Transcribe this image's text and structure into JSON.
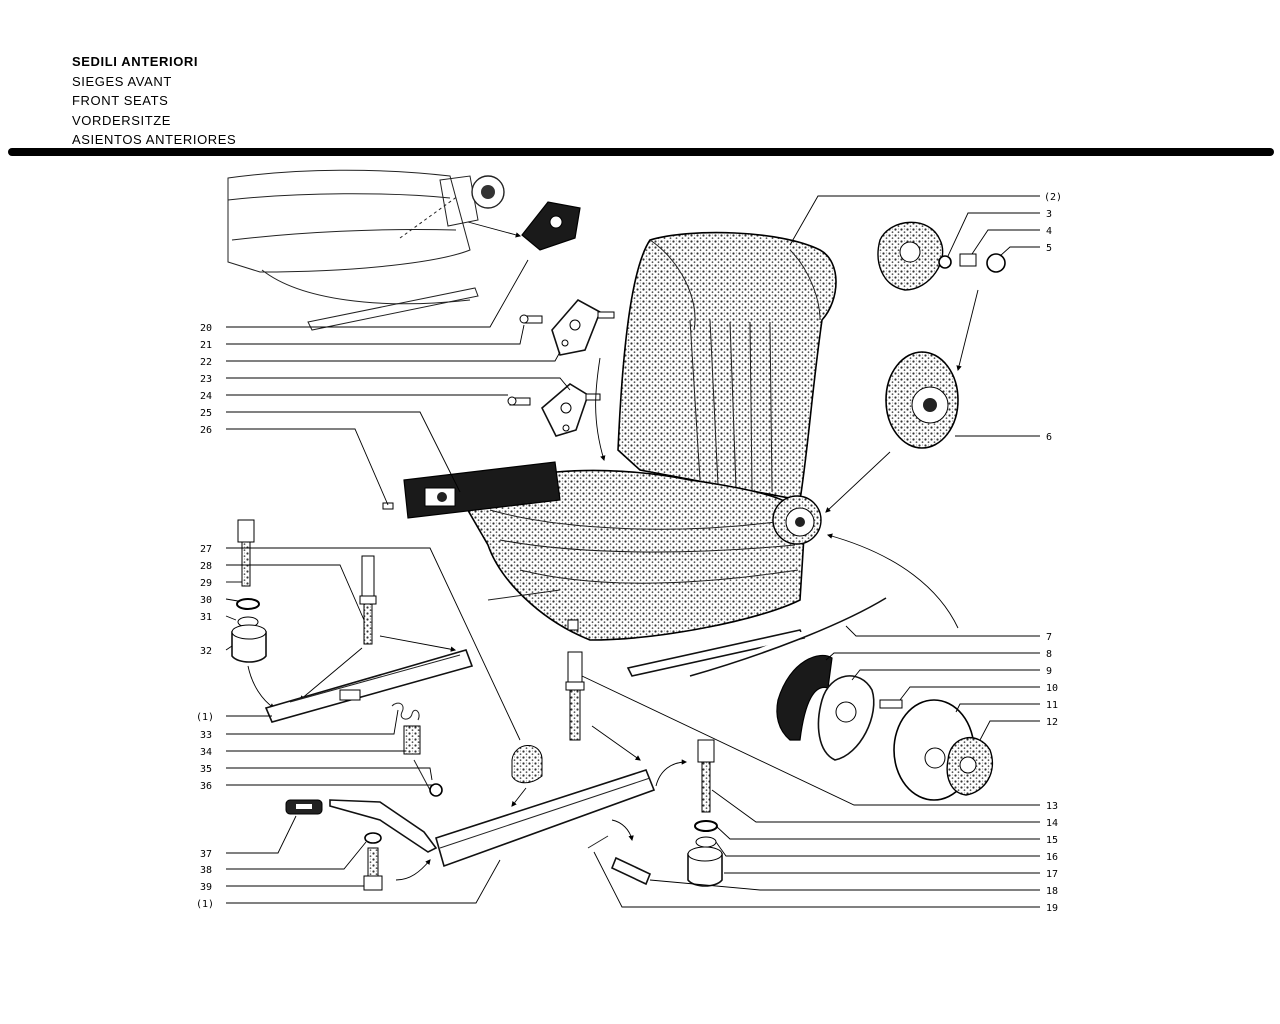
{
  "title_lines": [
    "SEDILI ANTERIORI",
    "SIEGES AVANT",
    "FRONT SEATS",
    "VORDERSITZE",
    "ASIENTOS ANTERIORES"
  ],
  "left_labels": [
    "20",
    "21",
    "22",
    "23",
    "24",
    "25",
    "26",
    "27",
    "28",
    "29",
    "30",
    "31",
    "32",
    "(1)",
    "33",
    "34",
    "35",
    "36",
    "37",
    "38",
    "39",
    "(1)"
  ],
  "right_labels": [
    "(2)",
    "3",
    "4",
    "5",
    "6",
    "7",
    "8",
    "9",
    "10",
    "11",
    "12",
    "13",
    "14",
    "15",
    "16",
    "17",
    "18",
    "19"
  ]
}
